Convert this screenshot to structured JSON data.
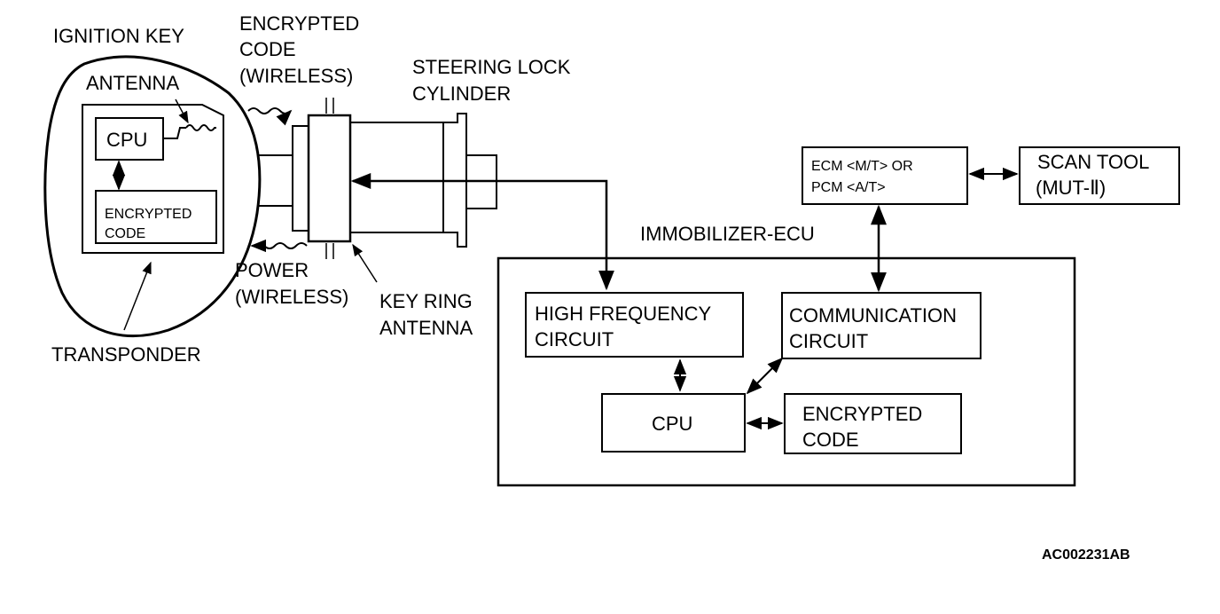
{
  "labels": {
    "ignition_key": "IGNITION KEY",
    "antenna": "ANTENNA",
    "key_cpu": "CPU",
    "key_code_1": "ENCRYPTED",
    "key_code_2": "CODE",
    "transponder": "TRANSPONDER",
    "enc_code_1": "ENCRYPTED",
    "enc_code_2": "CODE",
    "enc_code_3": "(WIRELESS)",
    "power_1": "POWER",
    "power_2": "(WIRELESS)",
    "keyring_1": "KEY RING",
    "keyring_2": "ANTENNA",
    "steering_1": "STEERING LOCK",
    "steering_2": "CYLINDER",
    "ecm_1": "ECM <M/T> OR",
    "ecm_2": "PCM <A/T>",
    "scan_1": "SCAN TOOL",
    "scan_2": "(MUT-Ⅱ)",
    "immobilizer": "IMMOBILIZER-ECU",
    "hf_1": "HIGH FREQUENCY",
    "hf_2": "CIRCUIT",
    "comm_1": "COMMUNICATION",
    "comm_2": "CIRCUIT",
    "ecu_cpu": "CPU",
    "ecu_code_1": "ENCRYPTED",
    "ecu_code_2": "CODE",
    "ref_code": "AC002231AB"
  }
}
